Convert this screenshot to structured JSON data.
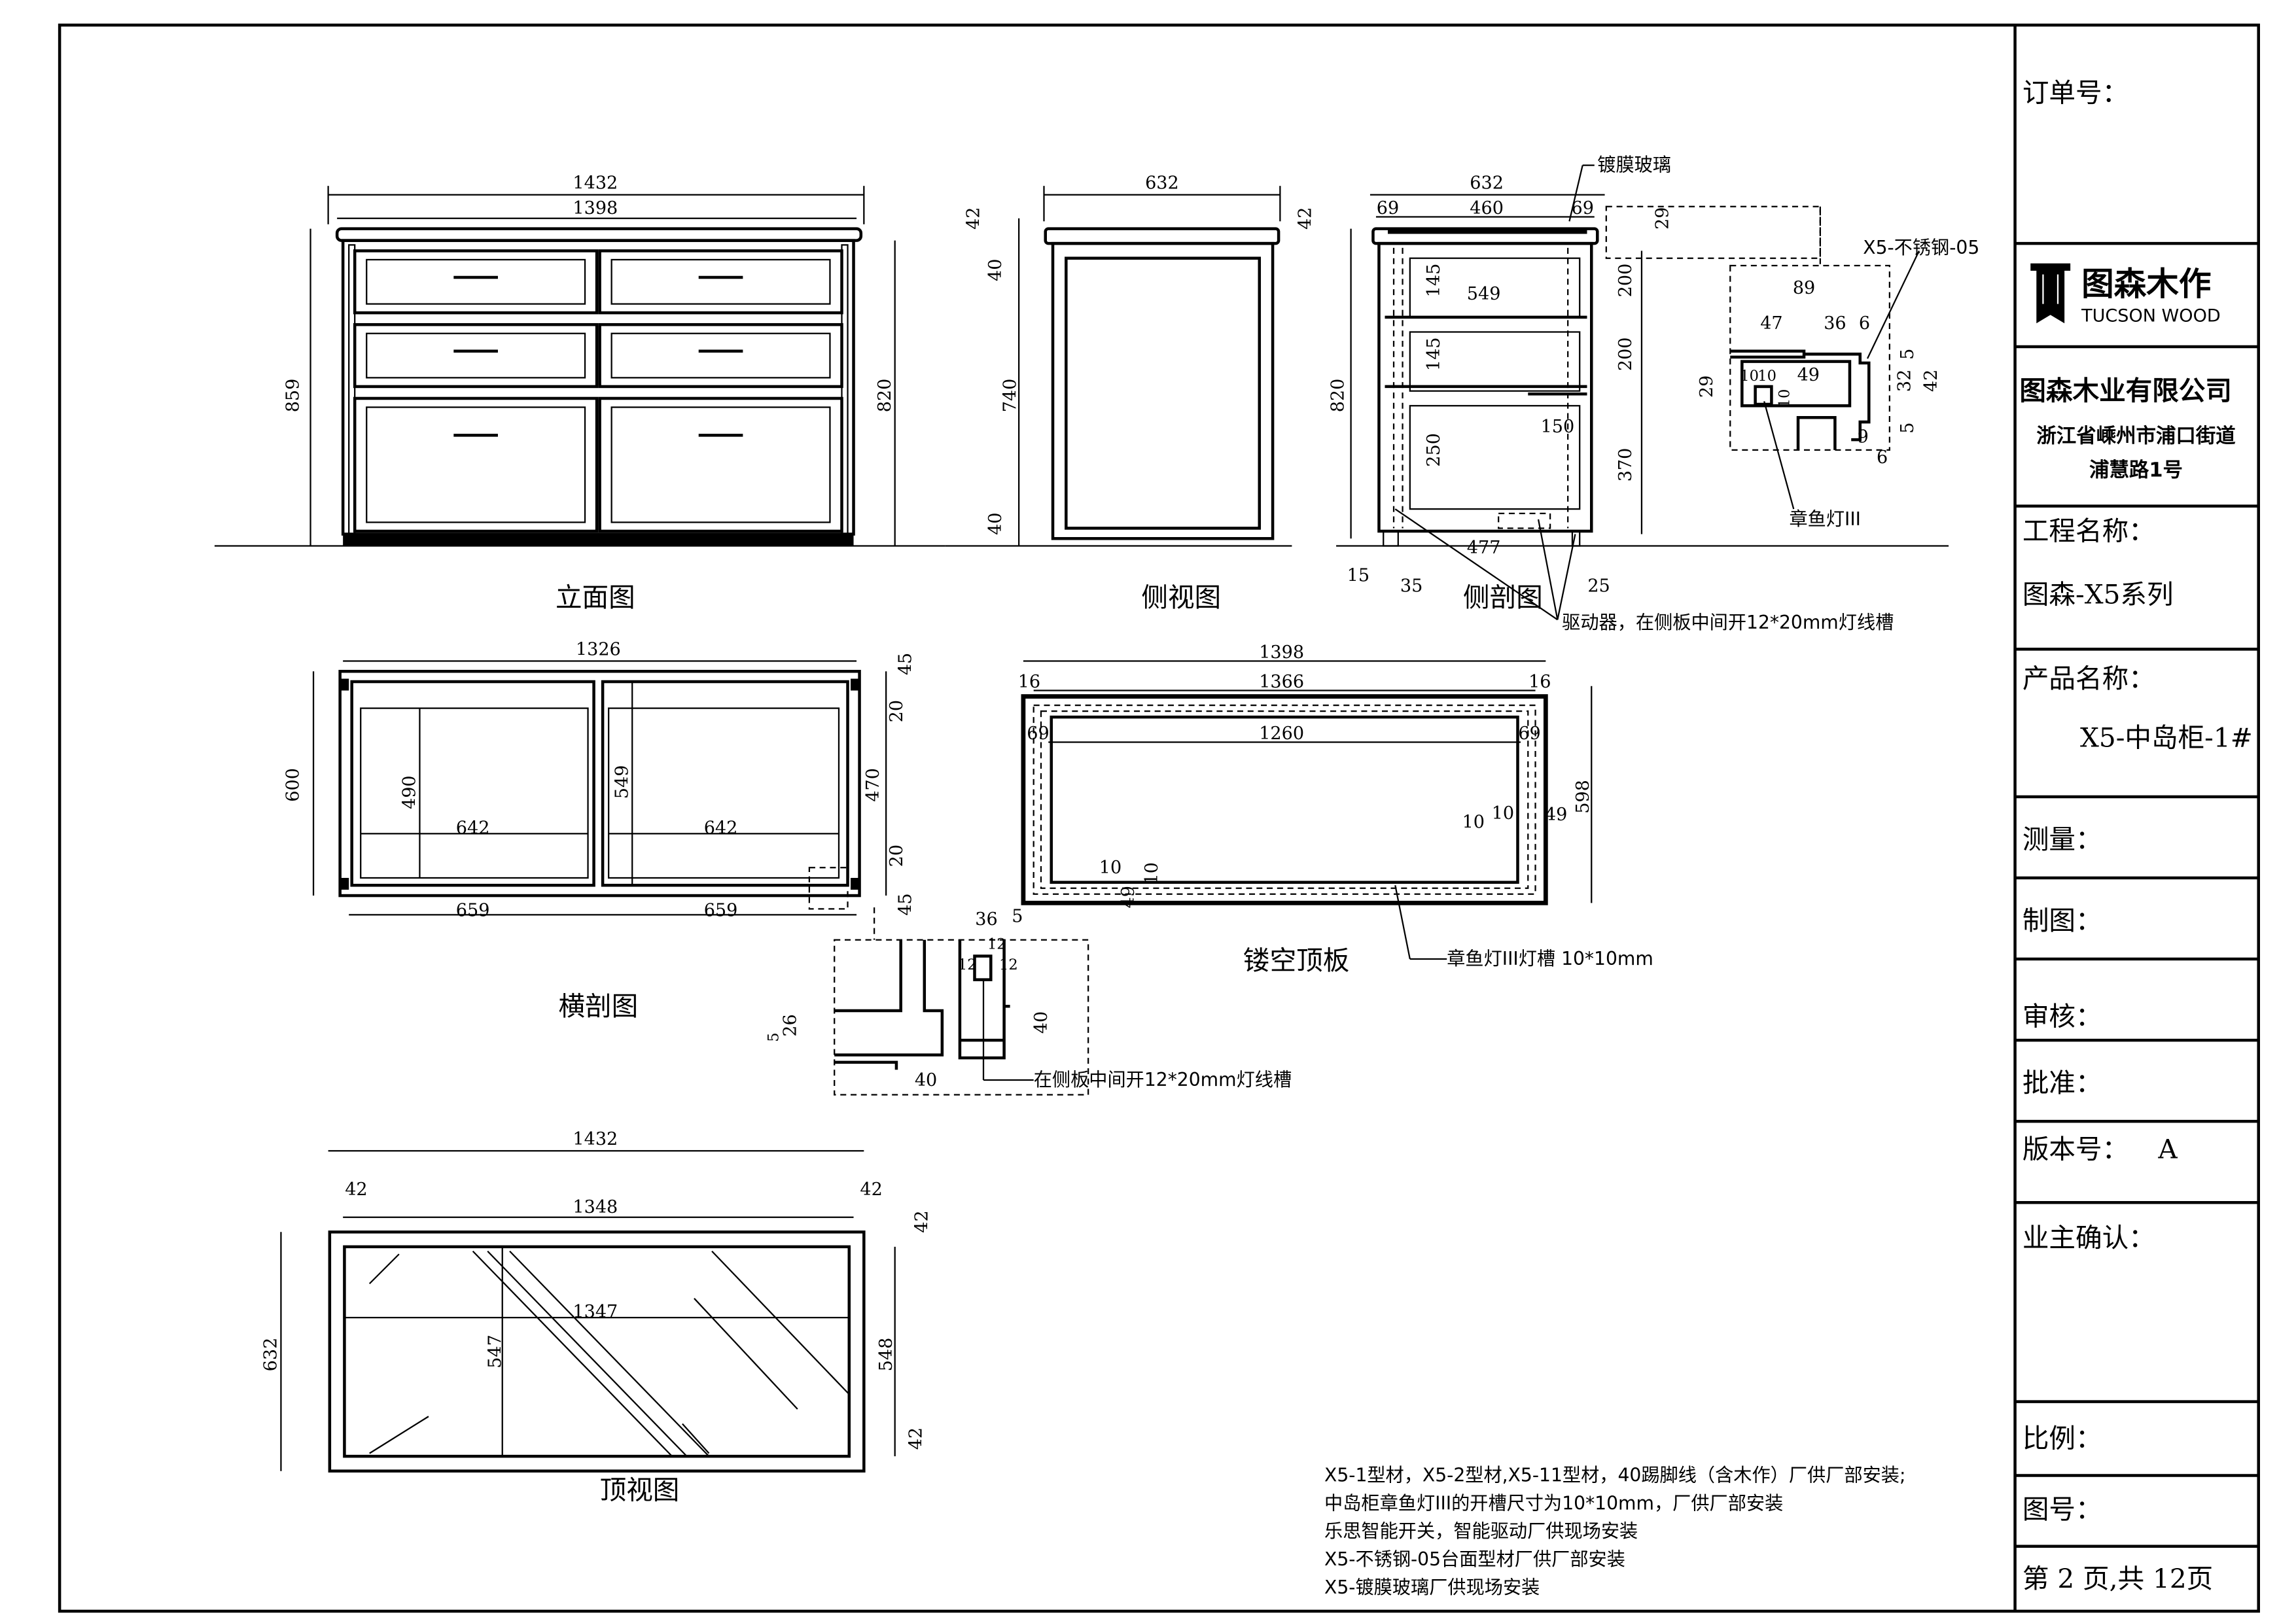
{
  "title_block": {
    "order_no_label": "订单号：",
    "logo_cn": "图森木作",
    "logo_en": "TUCSON WOOD",
    "company": "图森木业有限公司",
    "address_line1": "浙江省嵊州市浦口街道",
    "address_line2": "浦慧路1号",
    "project_label": "工程名称：",
    "project_value": "图森-X5系列",
    "product_label": "产品名称：",
    "product_value": "X5-中岛柜-1#",
    "measure_label": "测量：",
    "drawn_label": "制图：",
    "review_label": "审核：",
    "approve_label": "批准：",
    "version_label": "版本号：",
    "version_value": "A",
    "owner_confirm_label": "业主确认：",
    "scale_label": "比例：",
    "drawing_no_label": "图号：",
    "page_info": "第 2 页,共 12页"
  },
  "views": {
    "elevation": {
      "title": "立面图",
      "dims": [
        "1432",
        "1398",
        "859",
        "820"
      ]
    },
    "side": {
      "title": "侧视图",
      "dims": [
        "632",
        "42",
        "40",
        "740",
        "40"
      ]
    },
    "side_section": {
      "title": "侧剖图",
      "dims": [
        "632",
        "69",
        "460",
        "69",
        "42",
        "820",
        "29",
        "145",
        "549",
        "200",
        "145",
        "200",
        "150",
        "250",
        "370",
        "477",
        "15",
        "35",
        "25"
      ],
      "glass_label": "镀膜玻璃",
      "driver_label": "驱动器，在侧板中间开12*20mm灯线槽"
    },
    "profile_detail": {
      "steel_label": "X5-不锈钢-05",
      "light_label": "章鱼灯III",
      "dims": [
        "89",
        "47",
        "36",
        "6",
        "29",
        "10",
        "10",
        "49",
        "10",
        "5",
        "32",
        "5",
        "42",
        "6",
        "9"
      ]
    },
    "cross_section": {
      "title": "横剖图",
      "dims": [
        "1326",
        "600",
        "45",
        "20",
        "470",
        "20",
        "45",
        "490",
        "549",
        "642",
        "642",
        "659",
        "659"
      ]
    },
    "slot_detail": {
      "dims": [
        "36",
        "5",
        "12",
        "12",
        "12",
        "40",
        "26",
        "5",
        "40"
      ],
      "slot_label": "在侧板中间开12*20mm灯线槽"
    },
    "hollow_top": {
      "title": "镂空顶板",
      "dims": [
        "1398",
        "16",
        "1366",
        "16",
        "69",
        "1260",
        "69",
        "10",
        "10",
        "49",
        "598",
        "10",
        "10",
        "49"
      ],
      "groove_label": "章鱼灯III灯槽 10*10mm"
    },
    "top": {
      "title": "顶视图",
      "dims": [
        "1432",
        "42",
        "1348",
        "42",
        "42",
        "632",
        "1347",
        "547",
        "548",
        "42"
      ]
    }
  },
  "notes": [
    "X5-1型材，X5-2型材,X5-11型材，40踢脚线（含木作）厂供厂部安装;",
    "中岛柜章鱼灯III的开槽尺寸为10*10mm，厂供厂部安装",
    "乐思智能开关，智能驱动厂供现场安装",
    "X5-不锈钢-05台面型材厂供厂部安装",
    "X5-镀膜玻璃厂供现场安装"
  ]
}
